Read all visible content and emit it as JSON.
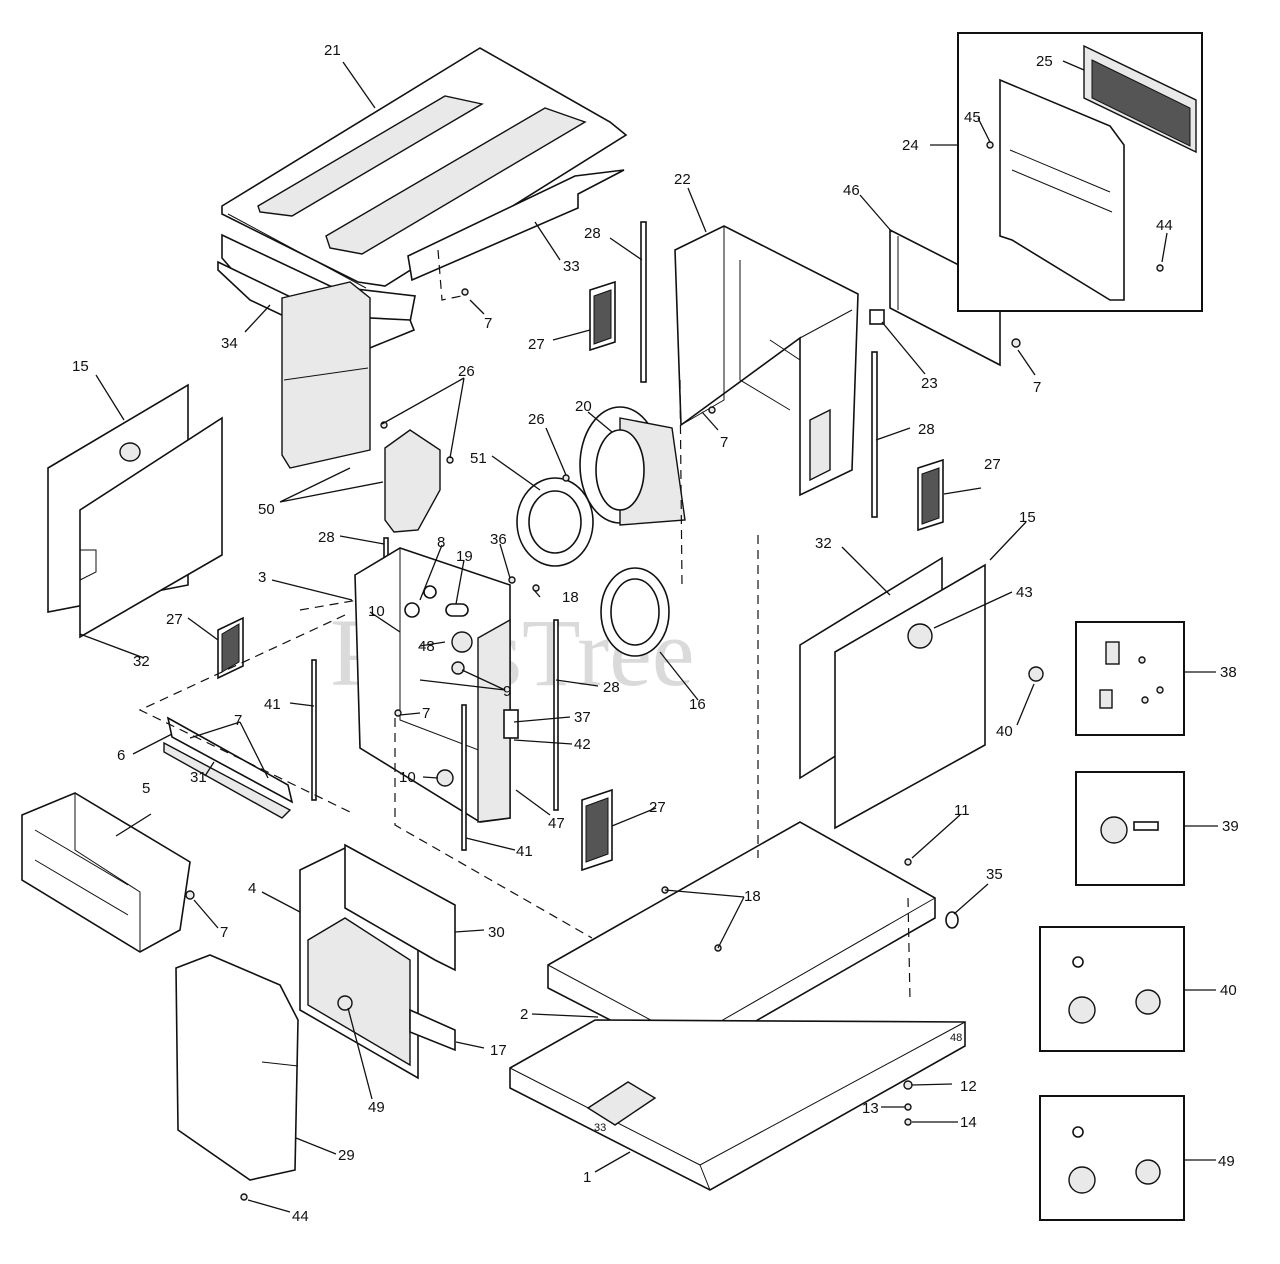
{
  "watermark": {
    "text": "PartsTree",
    "trademark": "™"
  },
  "base_marks": {
    "left": "33",
    "right": "48"
  },
  "callouts": [
    {
      "id": "c21",
      "label": "21"
    },
    {
      "id": "c34",
      "label": "34"
    },
    {
      "id": "c33",
      "label": "33"
    },
    {
      "id": "c7a",
      "label": "7"
    },
    {
      "id": "c22",
      "label": "22"
    },
    {
      "id": "c28a",
      "label": "28"
    },
    {
      "id": "c27a",
      "label": "27"
    },
    {
      "id": "c46",
      "label": "46"
    },
    {
      "id": "c23",
      "label": "23"
    },
    {
      "id": "c7b",
      "label": "7"
    },
    {
      "id": "c24",
      "label": "24"
    },
    {
      "id": "c25",
      "label": "25"
    },
    {
      "id": "c45",
      "label": "45"
    },
    {
      "id": "c44a",
      "label": "44"
    },
    {
      "id": "c15a",
      "label": "15"
    },
    {
      "id": "c26a",
      "label": "26"
    },
    {
      "id": "c50",
      "label": "50"
    },
    {
      "id": "c20",
      "label": "20"
    },
    {
      "id": "c26b",
      "label": "26"
    },
    {
      "id": "c51",
      "label": "51"
    },
    {
      "id": "c7c",
      "label": "7"
    },
    {
      "id": "c28b",
      "label": "28"
    },
    {
      "id": "c27b",
      "label": "27"
    },
    {
      "id": "c15b",
      "label": "15"
    },
    {
      "id": "c32a",
      "label": "32"
    },
    {
      "id": "c43",
      "label": "43"
    },
    {
      "id": "c28c",
      "label": "28"
    },
    {
      "id": "c8",
      "label": "8"
    },
    {
      "id": "c19",
      "label": "19"
    },
    {
      "id": "c36",
      "label": "36"
    },
    {
      "id": "c3",
      "label": "3"
    },
    {
      "id": "c10a",
      "label": "10"
    },
    {
      "id": "c18a",
      "label": "18"
    },
    {
      "id": "c48",
      "label": "48"
    },
    {
      "id": "c27c",
      "label": "27"
    },
    {
      "id": "c32b",
      "label": "32"
    },
    {
      "id": "c9",
      "label": "9"
    },
    {
      "id": "c28d",
      "label": "28"
    },
    {
      "id": "c16",
      "label": "16"
    },
    {
      "id": "c41a",
      "label": "41"
    },
    {
      "id": "c7d",
      "label": "7"
    },
    {
      "id": "c37",
      "label": "37"
    },
    {
      "id": "c42",
      "label": "42"
    },
    {
      "id": "c7e",
      "label": "7"
    },
    {
      "id": "c6",
      "label": "6"
    },
    {
      "id": "c31",
      "label": "31"
    },
    {
      "id": "c10b",
      "label": "10"
    },
    {
      "id": "c47",
      "label": "47"
    },
    {
      "id": "c27d",
      "label": "27"
    },
    {
      "id": "c41b",
      "label": "41"
    },
    {
      "id": "c5",
      "label": "5"
    },
    {
      "id": "c7f",
      "label": "7"
    },
    {
      "id": "c4",
      "label": "4"
    },
    {
      "id": "c30",
      "label": "30"
    },
    {
      "id": "c17",
      "label": "17"
    },
    {
      "id": "c49a",
      "label": "49"
    },
    {
      "id": "c29",
      "label": "29"
    },
    {
      "id": "c44b",
      "label": "44"
    },
    {
      "id": "c2",
      "label": "2"
    },
    {
      "id": "c18b",
      "label": "18"
    },
    {
      "id": "c11",
      "label": "11"
    },
    {
      "id": "c35",
      "label": "35"
    },
    {
      "id": "c12",
      "label": "12"
    },
    {
      "id": "c13",
      "label": "13"
    },
    {
      "id": "c14",
      "label": "14"
    },
    {
      "id": "c1",
      "label": "1"
    },
    {
      "id": "c40a",
      "label": "40"
    },
    {
      "id": "c38",
      "label": "38"
    },
    {
      "id": "c39",
      "label": "39"
    },
    {
      "id": "c40b",
      "label": "40"
    },
    {
      "id": "c49b",
      "label": "49"
    }
  ]
}
